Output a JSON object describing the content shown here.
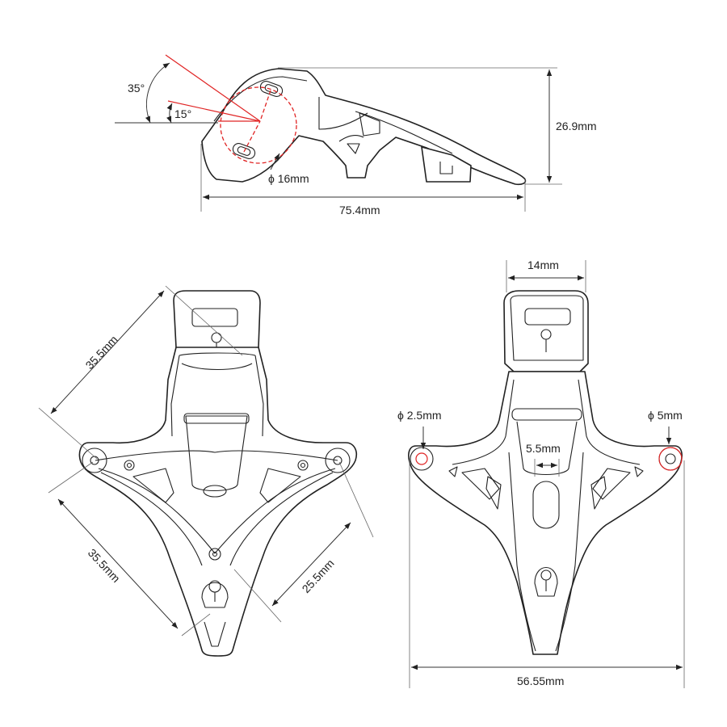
{
  "side_view": {
    "angle_large": "35°",
    "angle_small": "15°",
    "hole_diameter": "ϕ 16mm",
    "height": "26.9mm",
    "length": "75.4mm"
  },
  "bottom_view": {
    "diag_top": "35.5mm",
    "diag_bottom": "35.5mm",
    "diag_right": "25.5mm"
  },
  "front_view": {
    "top_width": "14mm",
    "hole_left": "ϕ 2.5mm",
    "hole_right": "ϕ 5mm",
    "slot_width": "5.5mm",
    "total_width": "56.55mm"
  },
  "colors": {
    "line": "#222222",
    "highlight": "#e02424"
  }
}
